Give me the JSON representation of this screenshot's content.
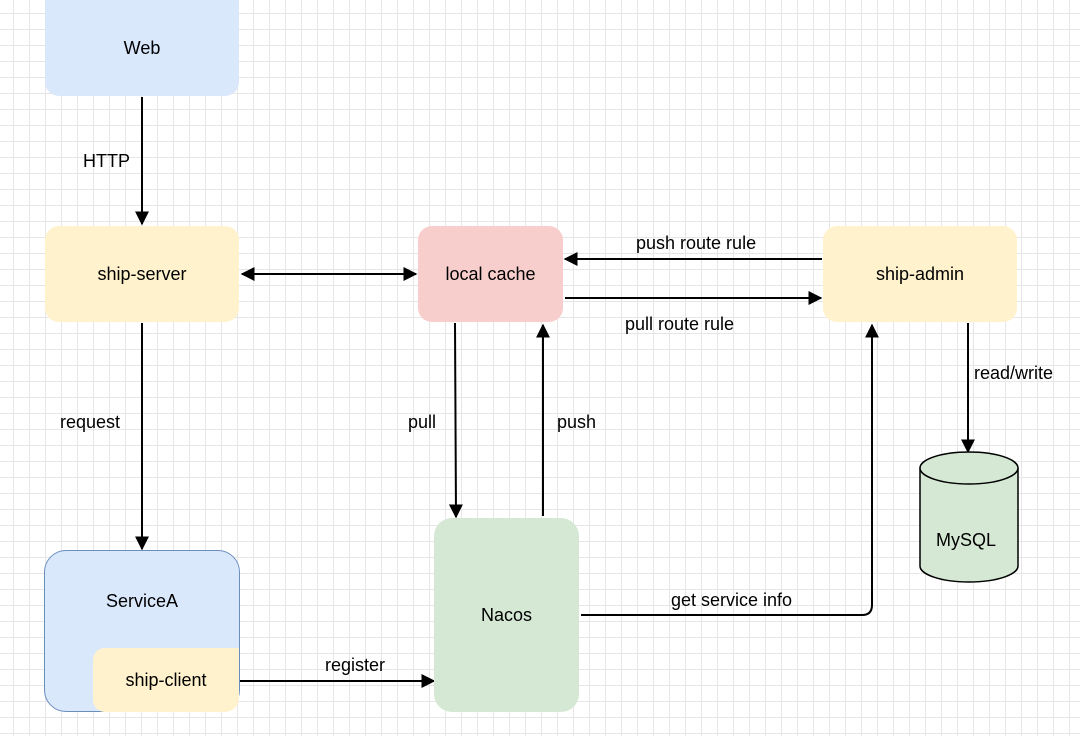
{
  "nodes": {
    "web": "Web",
    "ship_server": "ship-server",
    "local_cache": "local cache",
    "ship_admin": "ship-admin",
    "service_a": "ServiceA",
    "ship_client": "ship-client",
    "nacos": "Nacos",
    "mysql": "MySQL"
  },
  "edges": {
    "http": "HTTP",
    "request": "request",
    "pull": "pull",
    "push": "push",
    "push_route_rule": "push route rule",
    "pull_route_rule": "pull route rule",
    "read_write": "read/write",
    "get_service_info": "get service info",
    "register": "register"
  },
  "colors": {
    "blue_fill": "#dae8fc",
    "blue_stroke": "#6c8ebf",
    "yellow_fill": "#fff2cc",
    "red_fill": "#f8cecc",
    "green_fill": "#d5e8d4",
    "green_stroke": "#82b366",
    "edge": "#000000"
  }
}
